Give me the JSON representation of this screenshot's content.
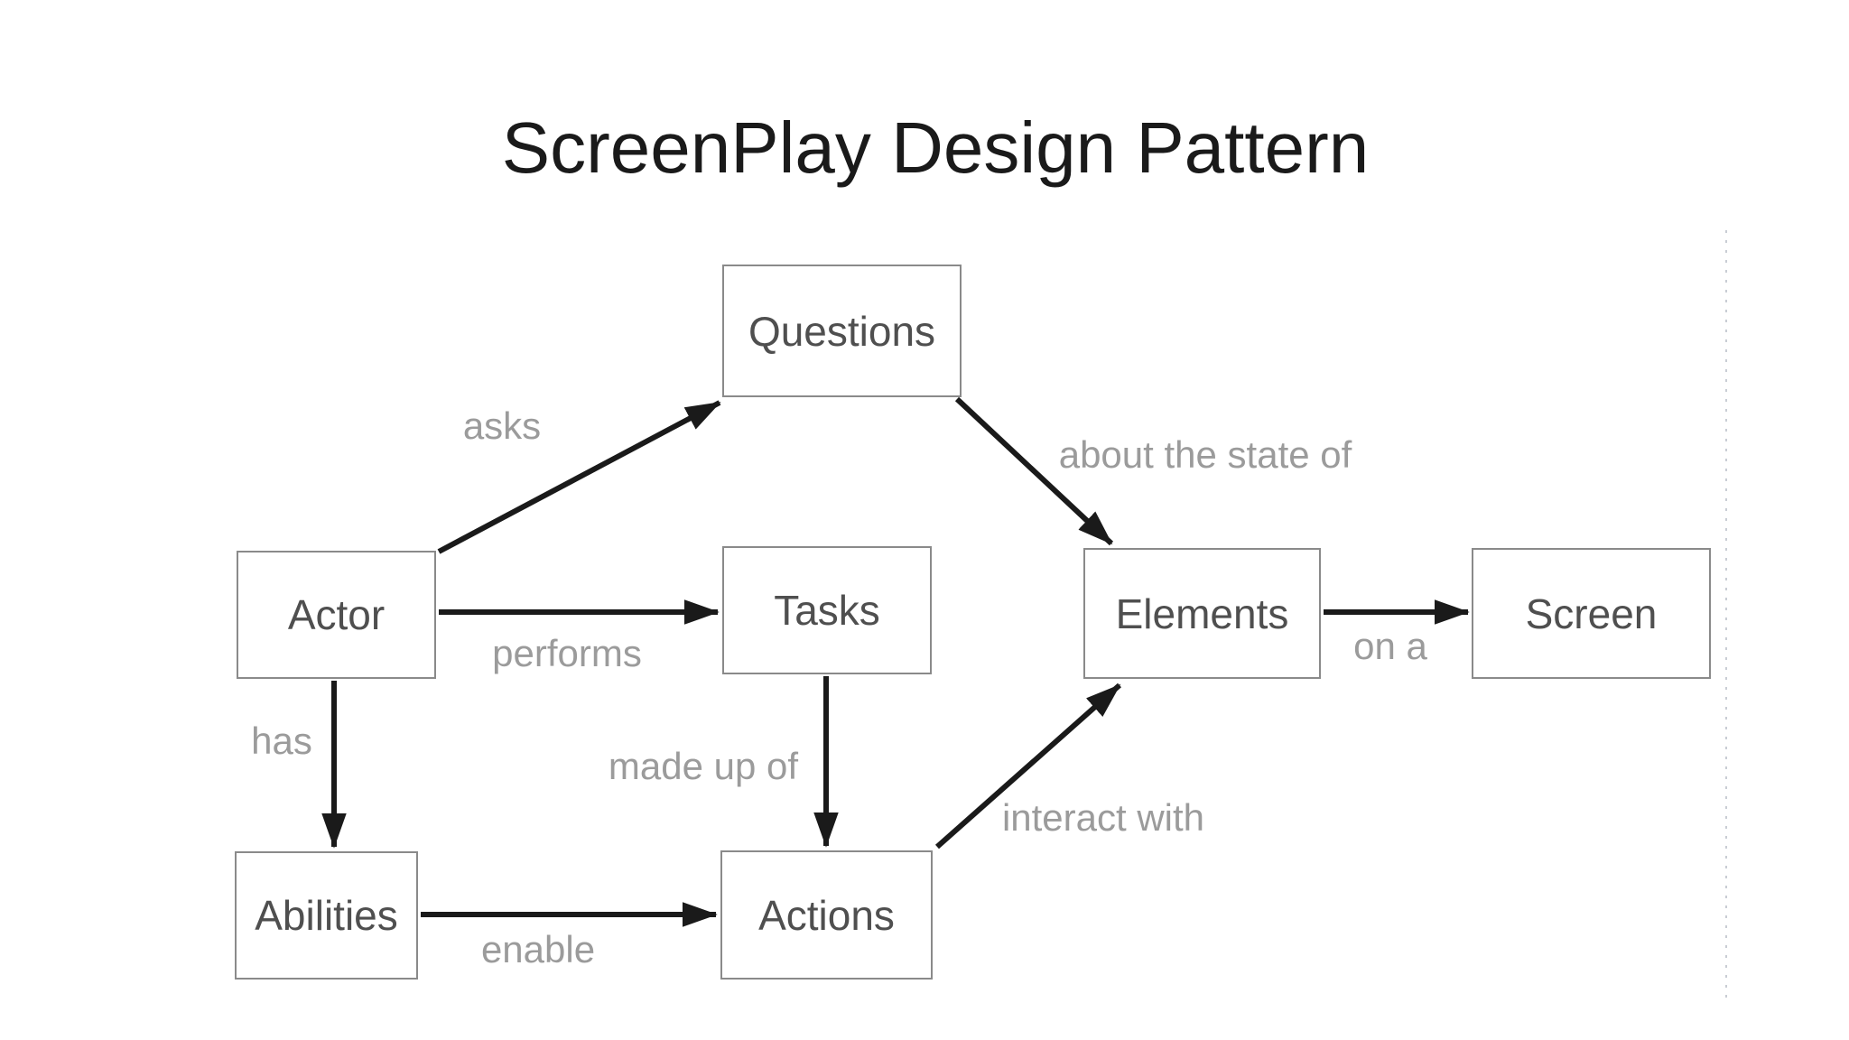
{
  "title": "ScreenPlay Design Pattern",
  "diagram": {
    "nodes": [
      {
        "id": "questions",
        "label": "Questions"
      },
      {
        "id": "actor",
        "label": "Actor"
      },
      {
        "id": "tasks",
        "label": "Tasks"
      },
      {
        "id": "elements",
        "label": "Elements"
      },
      {
        "id": "screen",
        "label": "Screen"
      },
      {
        "id": "abilities",
        "label": "Abilities"
      },
      {
        "id": "actions",
        "label": "Actions"
      }
    ],
    "edges": [
      {
        "from": "Actor",
        "to": "Questions",
        "label": "asks"
      },
      {
        "from": "Actor",
        "to": "Tasks",
        "label": "performs"
      },
      {
        "from": "Questions",
        "to": "Elements",
        "label": "about the state of"
      },
      {
        "from": "Elements",
        "to": "Screen",
        "label": "on a"
      },
      {
        "from": "Actor",
        "to": "Abilities",
        "label": "has"
      },
      {
        "from": "Tasks",
        "to": "Actions",
        "label": "made up of"
      },
      {
        "from": "Abilities",
        "to": "Actions",
        "label": "enable"
      },
      {
        "from": "Actions",
        "to": "Elements",
        "label": "interact with"
      }
    ]
  },
  "colors": {
    "background": "#ffffff",
    "title-text": "#1a1a1a",
    "node-fill": "#ffffff",
    "node-border": "#8a8a8a",
    "node-text": "#4f4f4f",
    "edge-label": "#9b9b9b",
    "arrow": "#1a1a1a",
    "divider": "#c9cdd4"
  }
}
